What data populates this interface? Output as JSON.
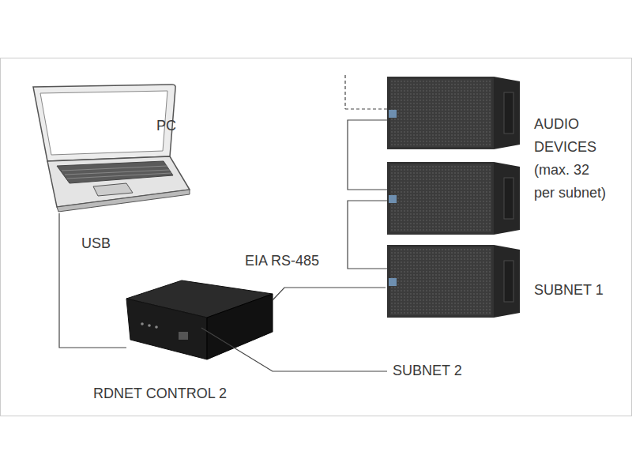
{
  "diagram": {
    "nodes": [
      {
        "text": [
          "PC"
        ]
      },
      {
        "text": [
          "RDNET CONTROL 2"
        ]
      },
      {
        "text": [
          "AUDIO DEVICES (max. 32 per subnet)",
          "SUBNET 1"
        ]
      }
    ],
    "edges": [
      {
        "from": 0,
        "to": 1,
        "label": "USB",
        "arrow": "none"
      },
      {
        "from": 1,
        "to": 2,
        "label": "EIA RS-485",
        "arrow": "none"
      }
    ],
    "labels": [
      "SUBNET 2"
    ]
  }
}
